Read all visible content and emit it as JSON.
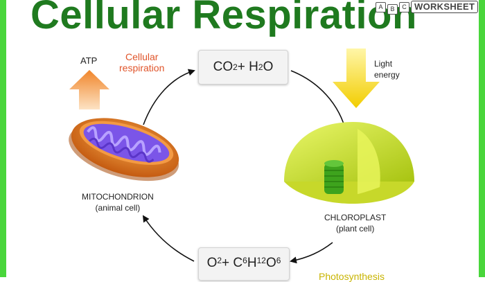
{
  "title": "Cellular Respiration",
  "logo": {
    "letters": [
      "A",
      "B",
      "C"
    ],
    "text": "WORKSHEET"
  },
  "atp_label": "ATP",
  "cellular_respiration_label": [
    "Cellular",
    "respiration"
  ],
  "light_energy_label": [
    "Light",
    "energy"
  ],
  "co2_h2o": {
    "a": "CO",
    "a_sub": "2",
    "plus": " + H",
    "b_sub": "2",
    "b": "O"
  },
  "o2_glucose": {
    "a": "O",
    "a_sub": "2",
    "plus": " + C",
    "c_sub": "6",
    "h": "H",
    "h_sub": "12",
    "o": "O",
    "o_sub": "6"
  },
  "mitochondrion": {
    "name": "MITOCHONDRION",
    "note": "(animal cell)"
  },
  "chloroplast": {
    "name": "CHLOROPLAST",
    "note": "(plant cell)"
  },
  "photosynthesis_label": "Photosynthesis",
  "colors": {
    "title": "#1f7a1f",
    "border": "#49d63b",
    "atp_arrow": "#f29a3a",
    "light_arrow": "#f4d400",
    "cellular_respiration_text": "#e0542a",
    "photosynthesis_text": "#c8b400",
    "mitochondrion_outer": "#e07a1a",
    "mitochondrion_inner": "#7a55e6",
    "chloroplast": "#d8ec2a"
  }
}
